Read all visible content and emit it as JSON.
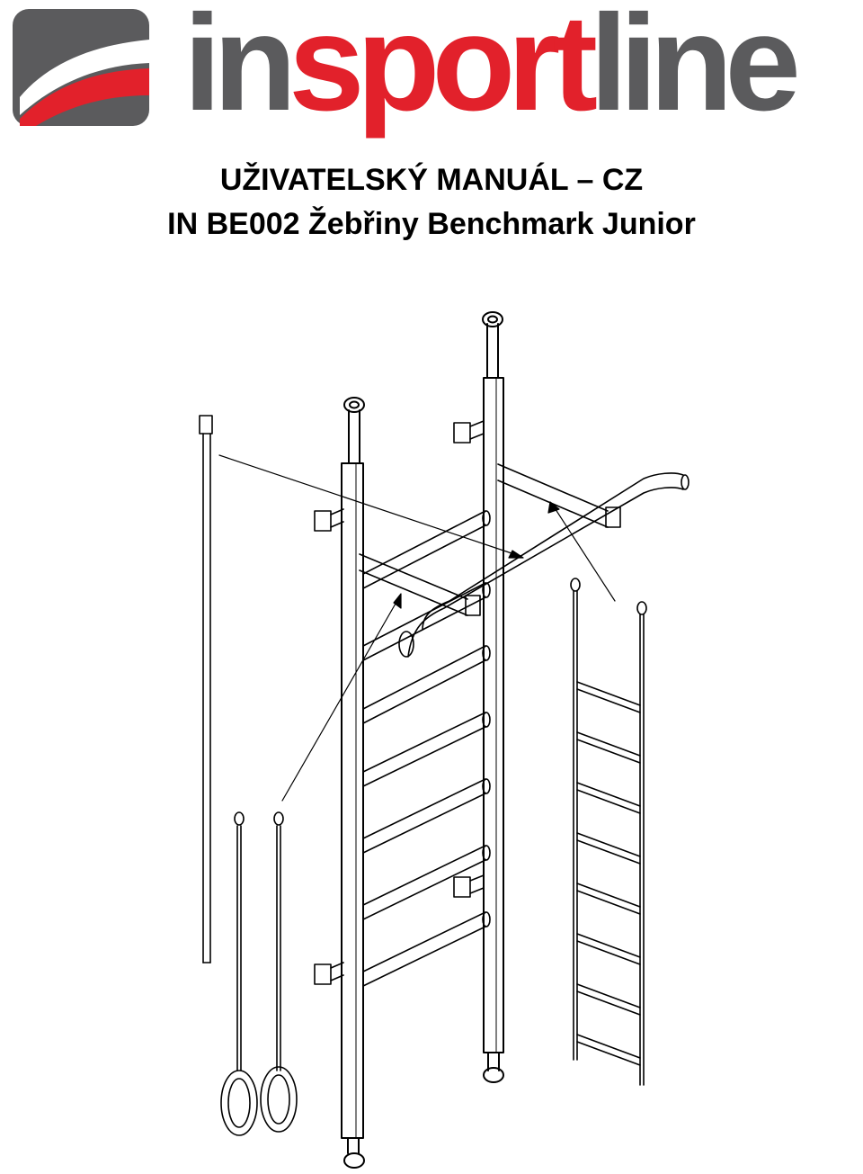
{
  "logo": {
    "part1": "in",
    "part2": "sport",
    "part3": "line",
    "colors": {
      "grey": "#5b5b5d",
      "red": "#e2212b"
    },
    "mark_icon": "brand-swoosh-icon"
  },
  "title": {
    "line1": "UŽIVATELSKÝ MANUÁL – CZ",
    "line2": "IN BE002 Žebřiny Benchmark Junior"
  },
  "illustration": {
    "icon": "wall-bars-exploded-view-icon"
  }
}
